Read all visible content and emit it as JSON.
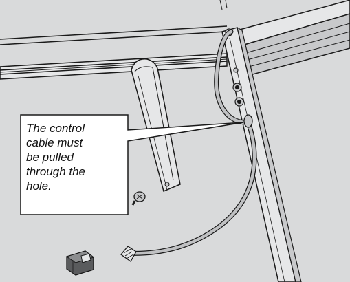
{
  "callout": {
    "lines": [
      "The control",
      "cable must",
      "be pulled",
      "through the",
      "hole."
    ]
  },
  "colors": {
    "background": "#d9dadb",
    "frame_light": "#e6e7e8",
    "frame_mid": "#c8c9cb",
    "cable": "#bfc0c2",
    "outline": "#1a1a1a",
    "callout_fill": "#ffffff"
  },
  "components": {
    "icons": [
      "frame-tube",
      "side-rail",
      "mounting-bracket",
      "control-cable",
      "cable-connector",
      "screw",
      "detached-connector"
    ]
  }
}
